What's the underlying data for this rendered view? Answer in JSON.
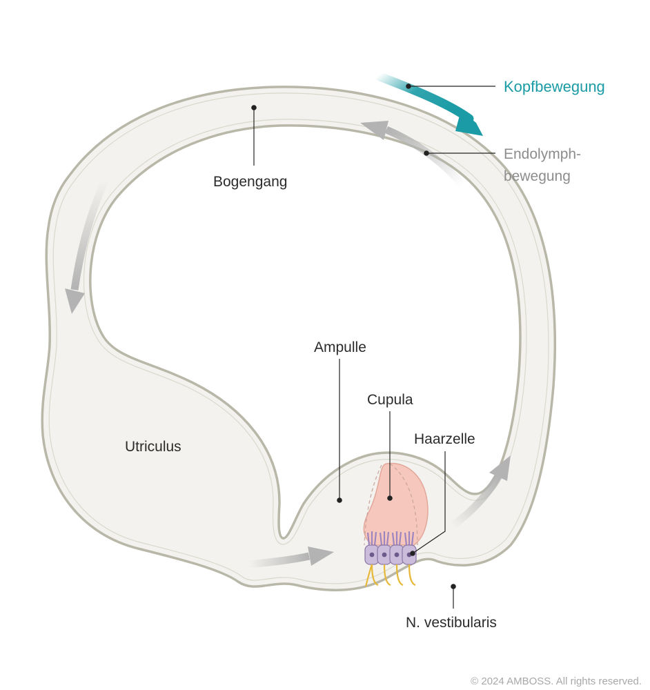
{
  "labels": {
    "head_motion": "Kopfbewegung",
    "endolymph_line1": "Endolymph-",
    "endolymph_line2": "bewegung",
    "semicircular_canal": "Bogengang",
    "ampulla": "Ampulle",
    "cupula": "Cupula",
    "hair_cell": "Haarzelle",
    "utricle": "Utriculus",
    "vestibular_nerve": "N. vestibularis"
  },
  "copyright": "© 2024 AMBOSS. All rights reserved.",
  "colors": {
    "head_motion": "#1a9ba5",
    "endolymph_text": "#8c8c8c",
    "endolymph_arrows": "#b3b3b3",
    "canal_outline": "#b8b7a8",
    "canal_fill": "#f3f2ee",
    "cupula": "#f6c7bd",
    "hair_cell": "#cbbcdc",
    "nerve": "#e6b93a",
    "copyright": "#a8a8a8"
  }
}
